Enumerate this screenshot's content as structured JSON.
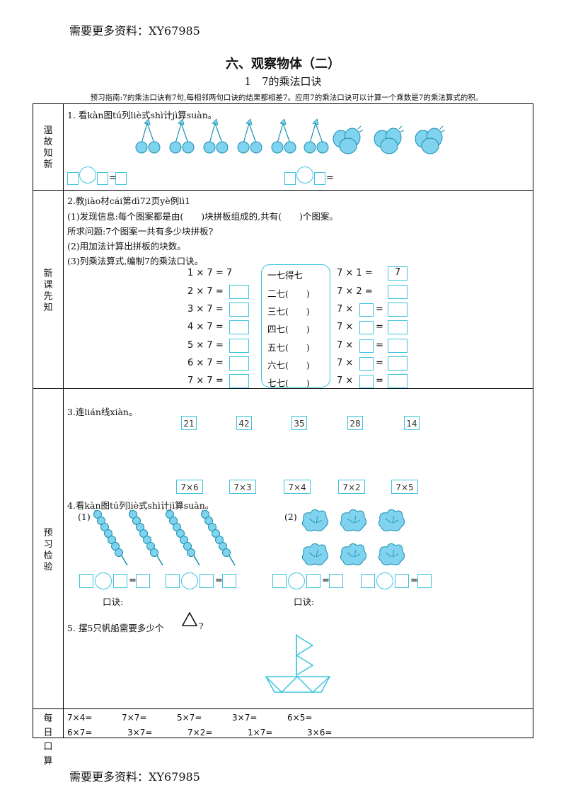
{
  "watermark": "需要更多资料：XY67985",
  "title": "六、观察物体（二）",
  "subtitle": "1　7的乘法口诀",
  "guide": "预习指南:7的乘法口诀有7句,每相邻两句口诀的结果都相差7。应用7的乘法口诀可以计算一个乘数是7的乘法算式的积。",
  "sections": {
    "review": "温故知新",
    "newlesson": "新课先知",
    "preview": "预习检验",
    "daily": "每日口算"
  },
  "q1": {
    "text": "1. 看kàn图tú列liè式shì计jì算suàn。"
  },
  "q2": {
    "text": "2.教jiào材cái第dì72页yè例lì1",
    "p1": "(1)发现信息:每个图案都是由(　　)块拼板组成的,共有(　　)个图案。",
    "p2": "所求问题:7个图案一共有多少块拼板?",
    "p3": "(2)用加法计算出拼板的块数。",
    "p4": "(3)列乘法算式,编制7的乘法口诀。",
    "left": [
      "1 × 7 = 7",
      "2 × 7 =",
      "3 × 7 =",
      "4 × 7 =",
      "5 × 7 =",
      "6 × 7 =",
      "7 × 7 ="
    ],
    "mid": [
      "一七得七",
      "二七(　　)",
      "三七(　　)",
      "四七(　　)",
      "五七(　　)",
      "六七(　　)",
      "七七(　　)"
    ],
    "right_top": [
      "7 × 1 =",
      "7 × 2 ="
    ],
    "right_first_answer": "7",
    "times": "7 ×",
    "equals": "="
  },
  "q3": {
    "text": "3.连lián线xiàn。",
    "top": [
      "21",
      "42",
      "35",
      "28",
      "14"
    ],
    "bottom": [
      "7×6",
      "7×3",
      "7×4",
      "7×2",
      "7×5"
    ]
  },
  "q4": {
    "text": "4.看kàn图tú列liè式shì计jì算suàn。",
    "label1": "(1)",
    "label2": "(2)",
    "koujue": "口诀:"
  },
  "q5": {
    "text": "5. 摆5只帆船需要多少个",
    "suffix": "?"
  },
  "daily": {
    "row1": [
      "7×4=",
      "7×7=",
      "5×7=",
      "3×7=",
      "6×5="
    ],
    "row2": [
      "6×7=",
      "3×7=",
      "7×2=",
      "1×7=",
      "3×6="
    ]
  },
  "colors": {
    "accent": "#3cc4de",
    "fill": "#7fd3ee"
  },
  "icons": [
    "cherry-icon",
    "tomato-icon",
    "candied-haw-icon",
    "flower-icon",
    "triangle-icon",
    "sailboat-icon"
  ]
}
